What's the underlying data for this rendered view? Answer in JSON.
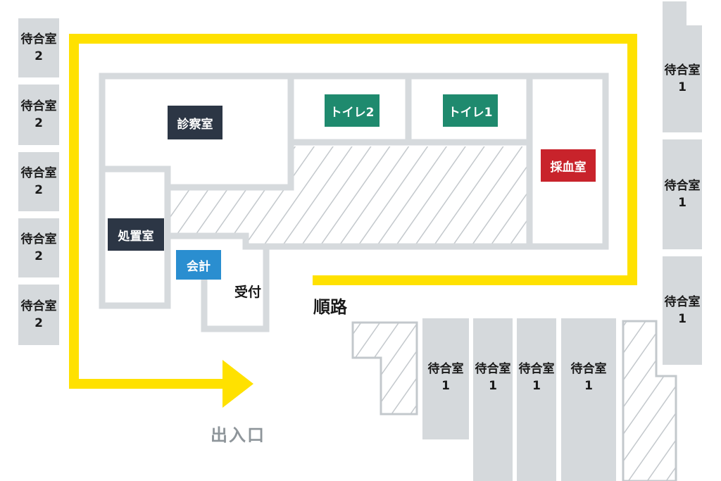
{
  "rooms": {
    "exam": "診察室",
    "toilet2": "トイレ2",
    "toilet1": "トイレ1",
    "blood": "採血室",
    "treatment": "処置室",
    "cashier": "会計",
    "reception": "受付"
  },
  "waiting": {
    "room2": {
      "name": "待合室",
      "number": "2"
    },
    "room1": {
      "name": "待合室",
      "number": "1"
    }
  },
  "labels": {
    "route": "順路",
    "entrance": "出入口"
  },
  "colors": {
    "route": "#FFE100",
    "wall": "#D6DADD",
    "waiting_block": "#D5D9DC",
    "hatch": "#C3C8CC",
    "dark_room": "#2C3645",
    "toilet": "#1F8A6E",
    "blood": "#C8232B",
    "cashier": "#2A8ED0",
    "entrance_text": "#8E959A"
  }
}
